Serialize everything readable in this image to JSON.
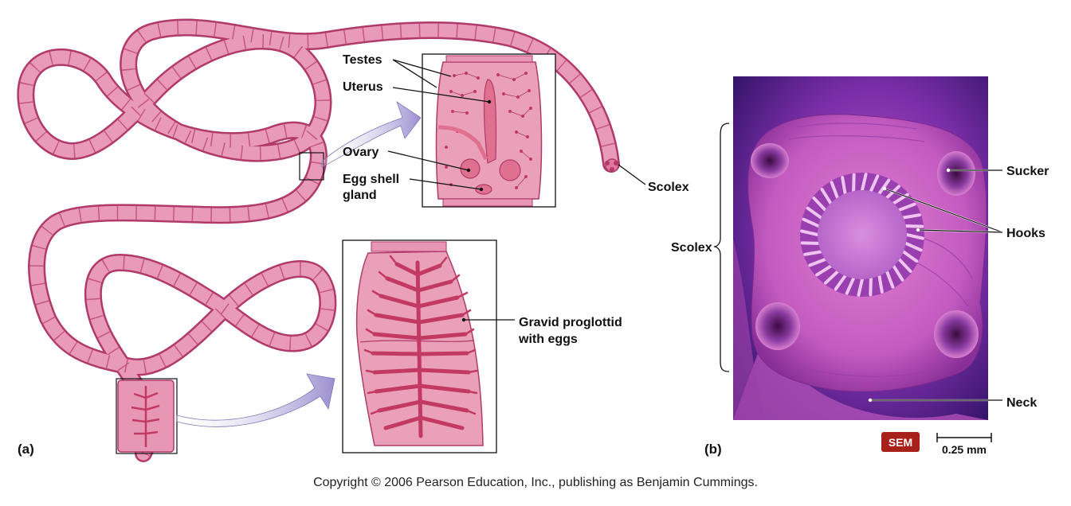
{
  "panels": {
    "a": "(a)",
    "b": "(b)"
  },
  "labels_a": {
    "testes": "Testes",
    "uterus": "Uterus",
    "ovary": "Ovary",
    "egg_shell_gland_line1": "Egg shell",
    "egg_shell_gland_line2": "gland",
    "scolex": "Scolex",
    "gravid_line1": "Gravid proglottid",
    "gravid_line2": "with eggs"
  },
  "labels_b": {
    "sucker": "Sucker",
    "hooks": "Hooks",
    "scolex": "Scolex",
    "neck": "Neck"
  },
  "micrograph": {
    "badge": "SEM",
    "scale_bar": "0.25 mm"
  },
  "copyright": "Copyright © 2006 Pearson Education, Inc., publishing as Benjamin Cummings.",
  "colors": {
    "worm_fill": "#e27aa0",
    "worm_edge": "#b03a6a",
    "proglottid_fill": "#eaa0b8",
    "organ": "#c23a64",
    "arrow": "#a59bd3",
    "sem_badge": "#a8201a",
    "micrograph_bg": "#4a1e8a",
    "scolex_pink": "#d066c4"
  }
}
